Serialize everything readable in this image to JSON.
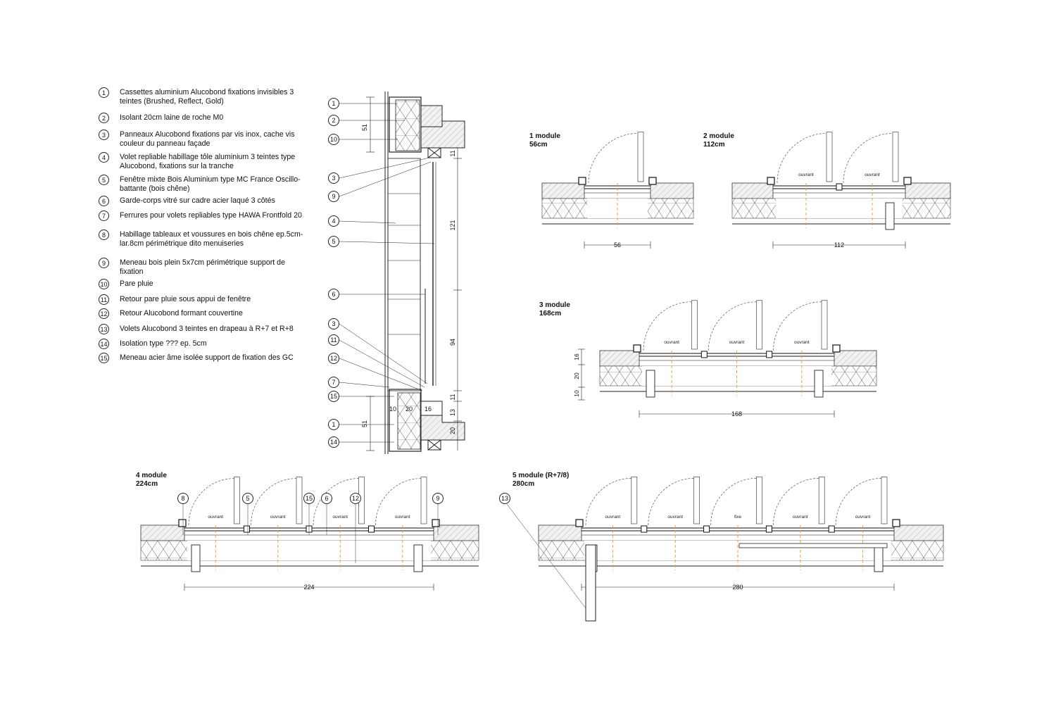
{
  "legend": [
    {
      "num": "1",
      "text": "Cassettes aluminium Alucobond fixations invisibles 3 teintes (Brushed, Reflect, Gold)"
    },
    {
      "num": "2",
      "text": "Isolant 20cm laine de roche M0"
    },
    {
      "num": "3",
      "text": "Panneaux Alucobond fixations par vis inox, cache vis couleur du panneau façade"
    },
    {
      "num": "4",
      "text": "Volet repliable habillage tôle aluminium 3 teintes type Alucobond, fixations sur la tranche"
    },
    {
      "num": "5",
      "text": "Fenêtre mixte Bois Aluminium type MC France Oscillo-battante  (bois chêne)"
    },
    {
      "num": "6",
      "text": "Garde-corps vitré sur cadre acier laqué 3 côtés"
    },
    {
      "num": "7",
      "text": "Ferrures pour volets repliables type HAWA Frontfold 20"
    },
    {
      "num": "8",
      "text": "Habillage tableaux et voussures en bois chêne ep.5cm-lar.8cm périmétrique dito menuiseries"
    },
    {
      "num": "9",
      "text": "Meneau bois plein 5x7cm périmétrique support de fixation"
    },
    {
      "num": "10",
      "text": "Pare pluie"
    },
    {
      "num": "11",
      "text": "Retour pare pluie sous appui de fenêtre"
    },
    {
      "num": "12",
      "text": "Retour Alucobond formant couvertine"
    },
    {
      "num": "13",
      "text": "Volets Alucobond 3 teintes en drapeau à R+7 et R+8"
    },
    {
      "num": "14",
      "text": "Isolation type ??? ep. 5cm"
    },
    {
      "num": "15",
      "text": "Meneau acier âme isolée support de fixation des GC"
    }
  ],
  "section": {
    "callouts": [
      "1",
      "2",
      "10",
      "3",
      "9",
      "4",
      "5",
      "6",
      "3",
      "11",
      "12",
      "7",
      "15",
      "1",
      "14"
    ],
    "dims": {
      "top_51": "51",
      "d11a": "11",
      "d121": "121",
      "d94": "94",
      "d11b": "11",
      "d13": "13",
      "d20": "20",
      "bot_51": "51",
      "w10": "10",
      "w20": "20",
      "w16": "16"
    }
  },
  "plans": [
    {
      "title": "1 module",
      "subtitle": "56cm",
      "dim": "56",
      "labels": []
    },
    {
      "title": "2 module",
      "subtitle": "112cm",
      "dim": "112",
      "labels": [
        "ouvrant",
        "ouvrant"
      ]
    },
    {
      "title": "3 module",
      "subtitle": "168cm",
      "dim": "168",
      "labels": [
        "ouvrant",
        "ouvrant",
        "ouvrant"
      ],
      "vdims": [
        "16",
        "20",
        "10"
      ]
    },
    {
      "title": "4 module",
      "subtitle": "224cm",
      "dim": "224",
      "labels": [
        "ouvrant",
        "ouvrant",
        "ouvrant",
        "ouvrant"
      ],
      "callouts": [
        "8",
        "5",
        "15",
        "6",
        "12",
        "9"
      ]
    },
    {
      "title": "5 module (R+7/8)",
      "subtitle": "280cm",
      "dim": "280",
      "labels": [
        "ouvrant",
        "ouvrant",
        "fixe",
        "ouvrant",
        "ouvrant"
      ],
      "callouts": [
        "13"
      ]
    }
  ]
}
